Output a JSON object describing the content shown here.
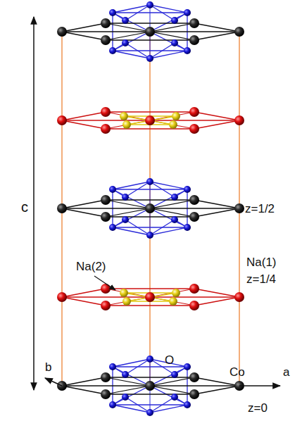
{
  "diagram": {
    "labels": [
      "c",
      "z=1/2",
      "Na(2)",
      "Na(1)",
      "z=1/4",
      "b",
      "O",
      "Co",
      "a",
      "z=0"
    ]
  }
}
